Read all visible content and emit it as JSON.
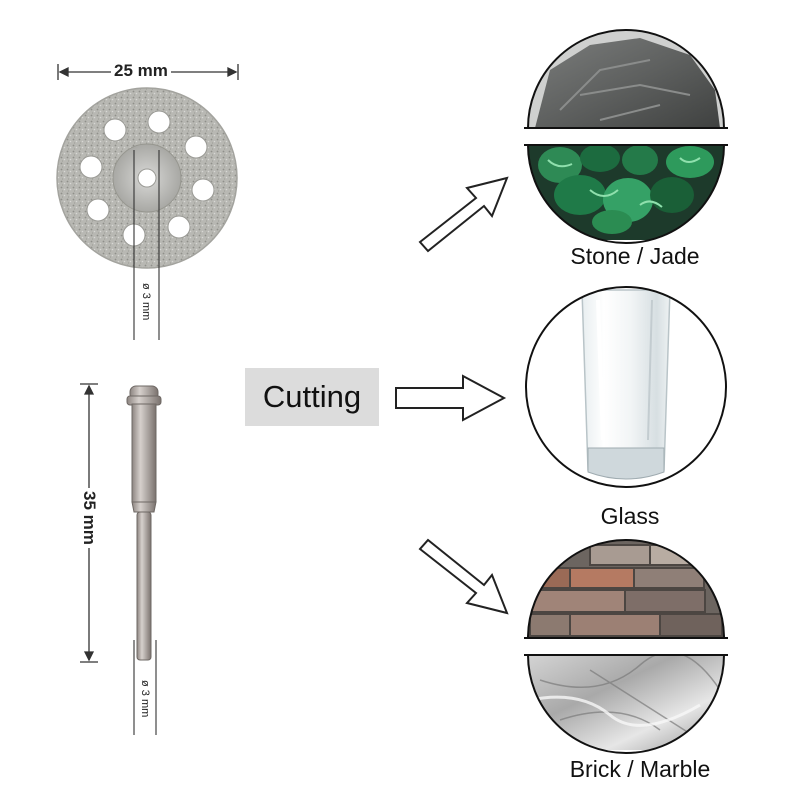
{
  "dimensions": {
    "disc_diameter": "25 mm",
    "disc_hole": "ø 3 mm",
    "mandrel_length": "35 mm",
    "mandrel_shaft": "ø 3 mm"
  },
  "center_label": "Cutting",
  "materials": [
    {
      "label": "Stone / Jade"
    },
    {
      "label": "Glass"
    },
    {
      "label": "Brick / Marble"
    }
  ]
}
